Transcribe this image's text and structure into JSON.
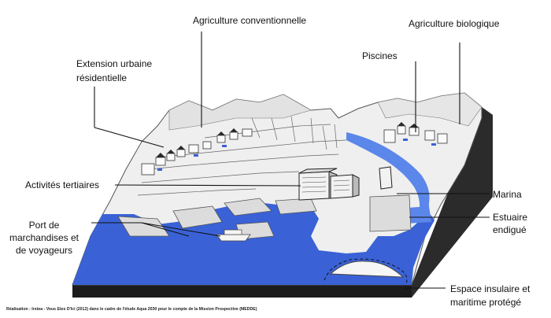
{
  "labels": {
    "agri_conv": "Agriculture conventionnelle",
    "agri_bio": "Agriculture biologique",
    "extension_l1": "Extension urbaine",
    "extension_l2": "résidentielle",
    "piscines": "Piscines",
    "tertiaires": "Activités tertiaires",
    "port_l1": "Port de",
    "port_l2": "marchandises et",
    "port_l3": "de voyageurs",
    "marina": "Marina",
    "estuaire_l1": "Estuaire",
    "estuaire_l2": "endigué",
    "espace_l1": "Espace insulaire et",
    "espace_l2": "maritime protégé"
  },
  "credit": "Réalisation : Irstea - Vous Etes D'Ici (2012) dans le cadre de l'étude Aqua 2030 pour le compte de la Mission Prospective (MEDDE)",
  "colors": {
    "sea": "#3a62d6",
    "water_light": "#5b86ea",
    "land": "#efefef",
    "sketch": "#555555",
    "side_dark": "#2b2b2b",
    "leader": "#111111"
  }
}
